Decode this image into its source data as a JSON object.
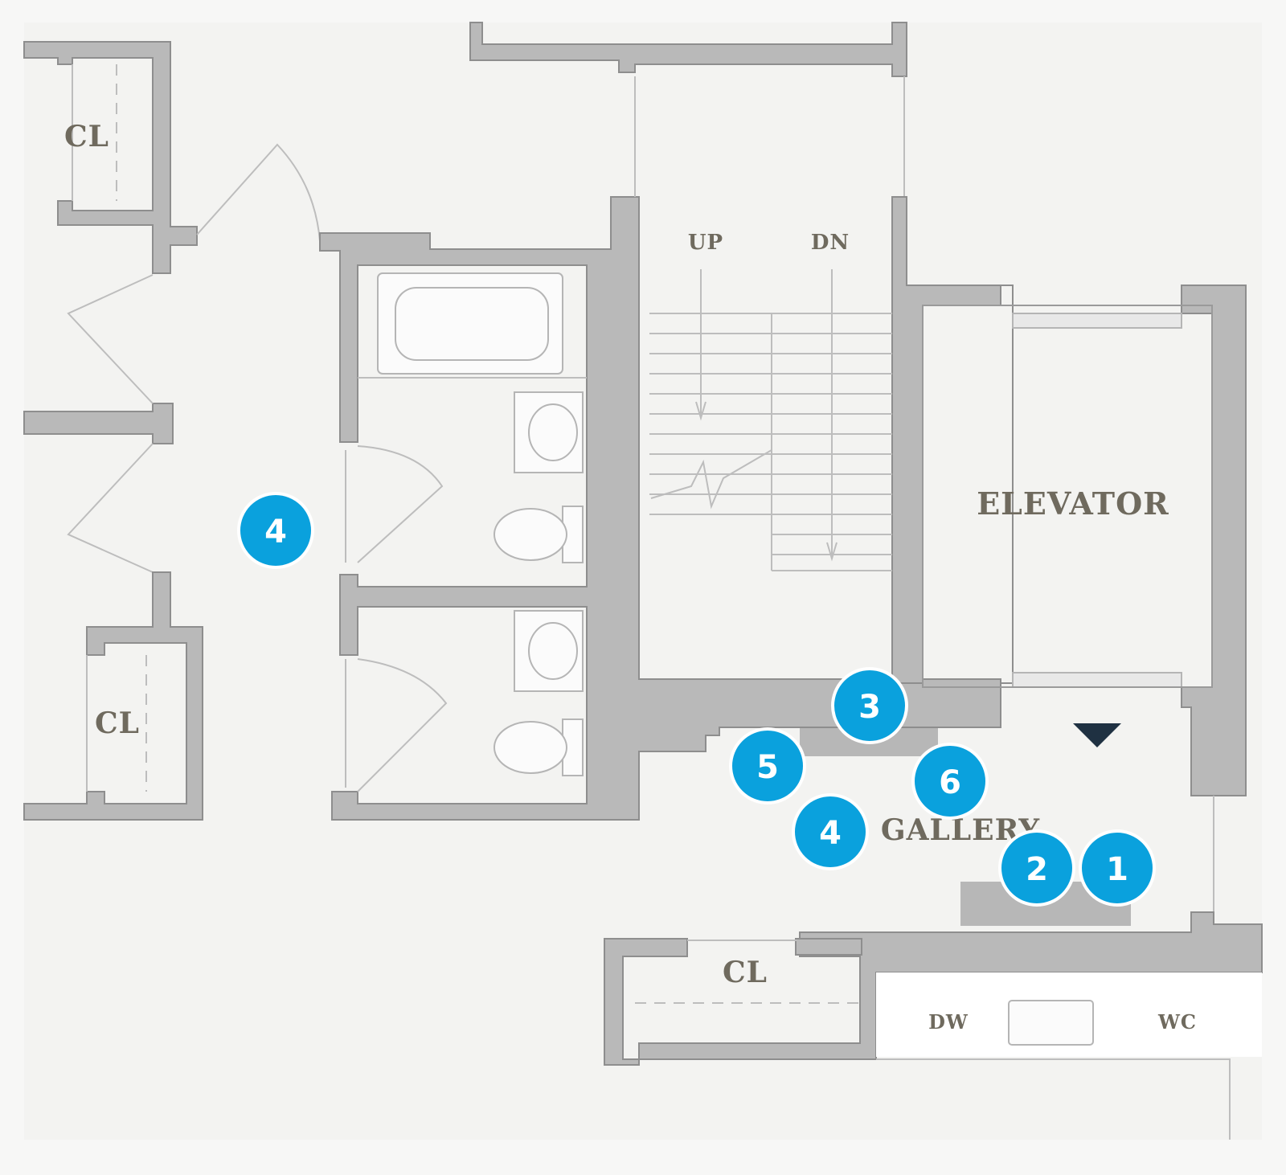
{
  "rooms": {
    "closet_top": "CL",
    "closet_left": "CL",
    "closet_bottom": "CL",
    "elevator": "ELEVATOR",
    "gallery": "GALLERY",
    "stair_up": "UP",
    "stair_down": "DN",
    "dw": "DW",
    "wc": "WC"
  },
  "markers": [
    {
      "id": "marker-4-left",
      "label": "4"
    },
    {
      "id": "marker-3",
      "label": "3"
    },
    {
      "id": "marker-5",
      "label": "5"
    },
    {
      "id": "marker-6",
      "label": "6"
    },
    {
      "id": "marker-4-gallery",
      "label": "4"
    },
    {
      "id": "marker-2",
      "label": "2"
    },
    {
      "id": "marker-1",
      "label": "1"
    }
  ],
  "colors": {
    "marker": "#0aa1dd",
    "wall": "#b9b9b9",
    "background": "#f7f7f6",
    "label": "#6f6a5e"
  }
}
